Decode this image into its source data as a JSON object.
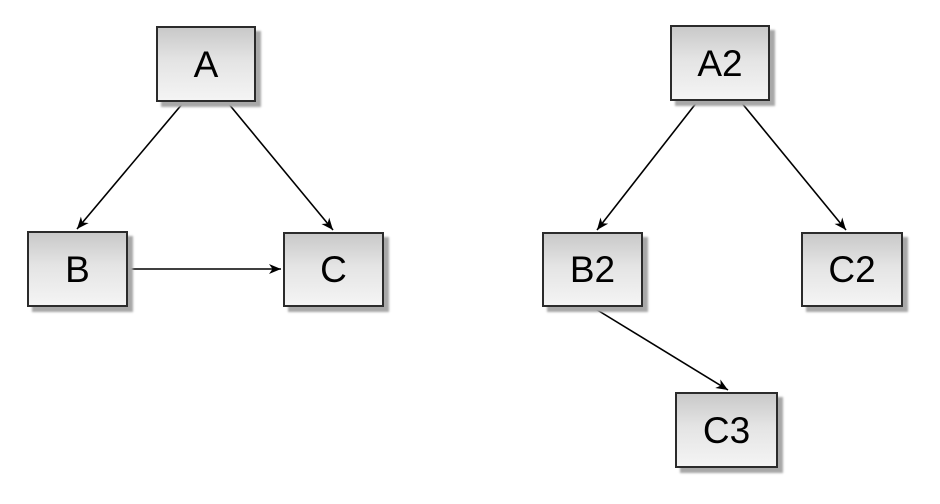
{
  "page": {
    "background_color": "#ffffff"
  },
  "style": {
    "node_border_color": "#2b2b2b",
    "node_fill_top": "#c9c9c9",
    "node_fill_bottom": "#f4f4f4",
    "node_shadow_color": "#a8a8a8",
    "edge_color": "#000000",
    "label_color": "#000000"
  },
  "graphs": {
    "left": {
      "nodes": [
        {
          "id": "A",
          "label": "A"
        },
        {
          "id": "B",
          "label": "B"
        },
        {
          "id": "C",
          "label": "C"
        }
      ],
      "edges": [
        {
          "from": "A",
          "to": "B"
        },
        {
          "from": "A",
          "to": "C"
        },
        {
          "from": "B",
          "to": "C"
        }
      ]
    },
    "right": {
      "nodes": [
        {
          "id": "A2",
          "label": "A2"
        },
        {
          "id": "B2",
          "label": "B2"
        },
        {
          "id": "C2",
          "label": "C2"
        },
        {
          "id": "C3",
          "label": "C3"
        }
      ],
      "edges": [
        {
          "from": "A2",
          "to": "B2"
        },
        {
          "from": "A2",
          "to": "C2"
        },
        {
          "from": "B2",
          "to": "C3"
        }
      ]
    }
  }
}
